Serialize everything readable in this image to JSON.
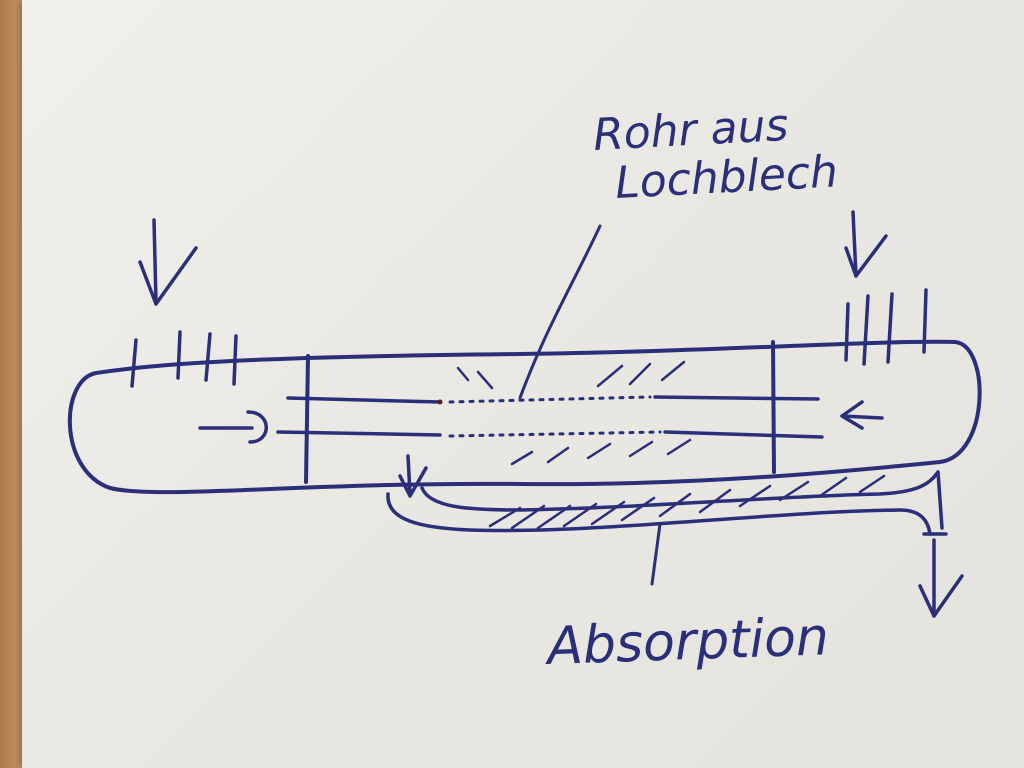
{
  "labels": {
    "perforated_tube_line1": "Rohr aus",
    "perforated_tube_line2": "Lochblech",
    "absorption": "Absorption"
  },
  "colors": {
    "ink": "#2b2f7a",
    "paper": "#eceae6",
    "wood": "#b98a5c"
  }
}
